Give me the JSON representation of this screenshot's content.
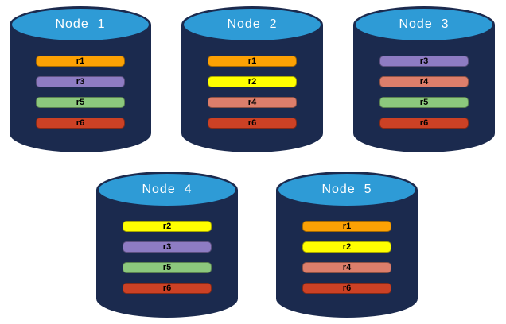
{
  "colors": {
    "background": "#FFFFFF",
    "cylinder_body": "#1B2A4E",
    "cylinder_top_fill": "#2E9BD6",
    "cylinder_top_border": "#1B2A4E",
    "node_title_text": "#FFFFFF",
    "bar_text": "#000000"
  },
  "partition_colors": {
    "r1": "#FCA104",
    "r2": "#FFFF00",
    "r3": "#8E7CC3",
    "r4": "#DD7E6B",
    "r5": "#8CC87D",
    "r6": "#CC4125"
  },
  "nodes": [
    {
      "label": "Node  1",
      "partitions": [
        "r1",
        "r3",
        "r5",
        "r6"
      ]
    },
    {
      "label": "Node  2",
      "partitions": [
        "r1",
        "r2",
        "r4",
        "r6"
      ]
    },
    {
      "label": "Node  3",
      "partitions": [
        "r3",
        "r4",
        "r5",
        "r6"
      ]
    },
    {
      "label": "Node  4",
      "partitions": [
        "r2",
        "r3",
        "r5",
        "r6"
      ]
    },
    {
      "label": "Node  5",
      "partitions": [
        "r1",
        "r2",
        "r4",
        "r6"
      ]
    }
  ]
}
